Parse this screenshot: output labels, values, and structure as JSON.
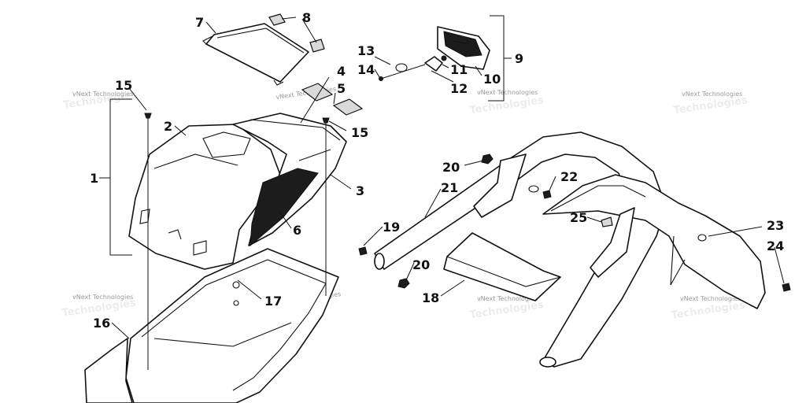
{
  "diagram": {
    "callouts": [
      "1",
      "2",
      "3",
      "4",
      "5",
      "6",
      "7",
      "8",
      "9",
      "10",
      "11",
      "12",
      "13",
      "14",
      "15",
      "15",
      "16",
      "17",
      "18",
      "19",
      "20",
      "20",
      "21",
      "22",
      "23",
      "24",
      "25"
    ],
    "watermark": "vNext Technologies"
  }
}
